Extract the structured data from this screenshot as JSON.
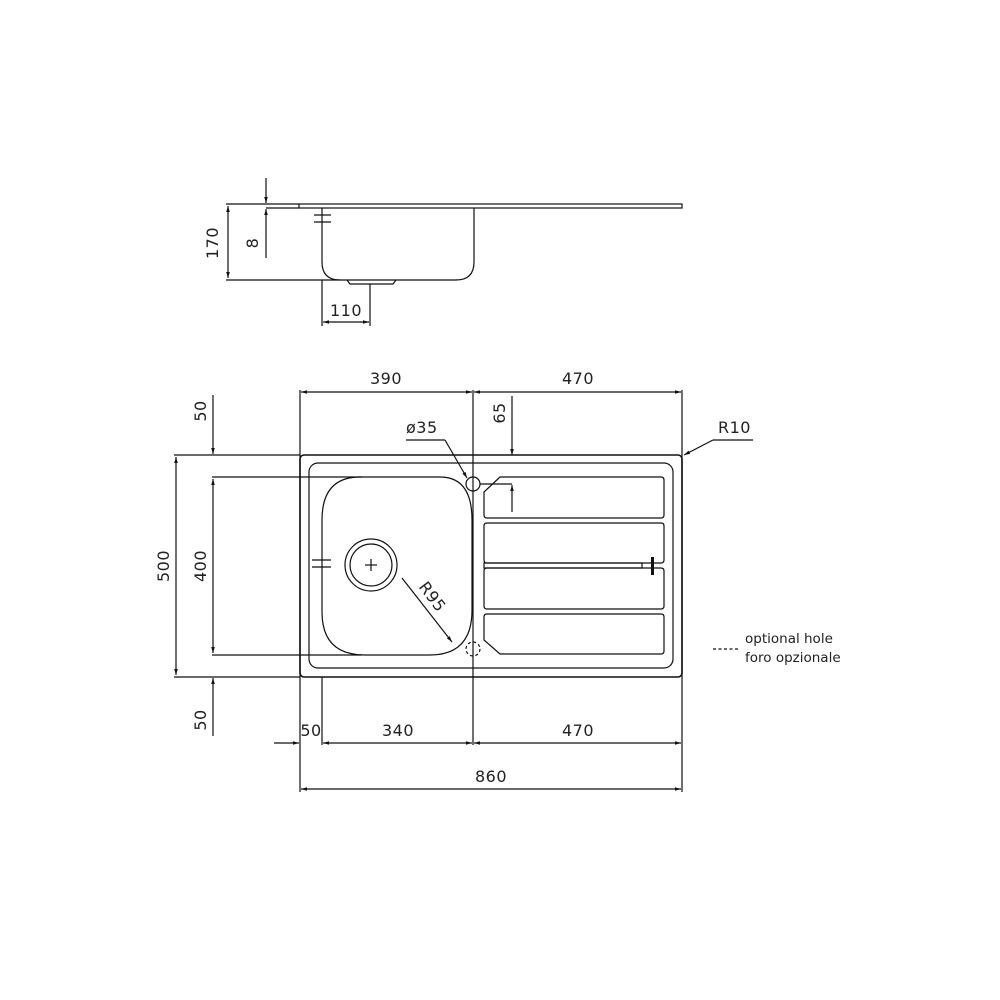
{
  "drawing": {
    "type": "kitchen sink technical drawing",
    "line_color": "#111111",
    "background": "#ffffff"
  },
  "side_view": {
    "dimensions": {
      "height": "170",
      "rim_thickness": "8",
      "drain_width": "110"
    }
  },
  "top_view": {
    "dimensions": {
      "top_left_width": "390",
      "top_right_width": "470",
      "tap_hole_diameter": "ø35",
      "tap_hole_offset": "65",
      "corner_radius": "R10",
      "bowl_radius": "R95",
      "overall_depth": "500",
      "bowl_depth": "400",
      "top_margin": "50",
      "bottom_margin": "50",
      "left_margin": "50",
      "bowl_width": "340",
      "drainer_width": "470",
      "overall_width": "860"
    },
    "legend": {
      "line_en": "optional hole",
      "line_it": "foro opzionale"
    }
  }
}
